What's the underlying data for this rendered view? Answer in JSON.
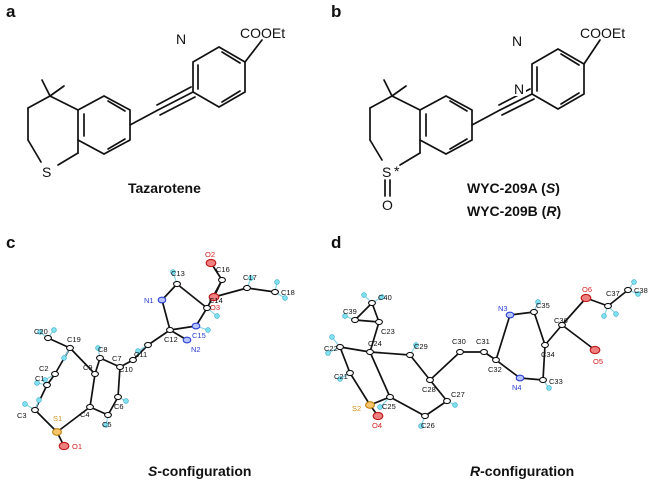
{
  "panels": {
    "a": {
      "letter": "a",
      "name": "Tazarotene",
      "ester": "COOEt",
      "hetero_n": "N",
      "hetero_s": "S"
    },
    "b": {
      "letter": "b",
      "name_a": "WYC-209A",
      "cfg_a": "S",
      "name_b": "WYC-209B",
      "cfg_b": "R",
      "ester": "COOEt",
      "hetero_n1": "N",
      "hetero_n2": "N",
      "hetero_s": "S",
      "star": "*",
      "oxide": "O"
    },
    "c": {
      "letter": "c",
      "caption_italic": "S",
      "caption_rest": "-configuration"
    },
    "d": {
      "letter": "d",
      "caption_italic": "R",
      "caption_rest": "-configuration"
    }
  },
  "atom_labels_c": [
    "O2",
    "C16",
    "C17",
    "C18",
    "O3",
    "C13",
    "C14",
    "N1",
    "C12",
    "C15",
    "N2",
    "C11",
    "C10",
    "C20",
    "C19",
    "C8",
    "C7",
    "C9",
    "C2",
    "C1",
    "C4",
    "C6",
    "C5",
    "C3",
    "S1",
    "O1"
  ],
  "atom_labels_d": [
    "C40",
    "C39",
    "C23",
    "C22",
    "C24",
    "C29",
    "C30",
    "C31",
    "N3",
    "C35",
    "C32",
    "C36",
    "O6",
    "C37",
    "C38",
    "C34",
    "O5",
    "N4",
    "C33",
    "C28",
    "C21",
    "C25",
    "C27",
    "S2",
    "C26",
    "O4"
  ]
}
